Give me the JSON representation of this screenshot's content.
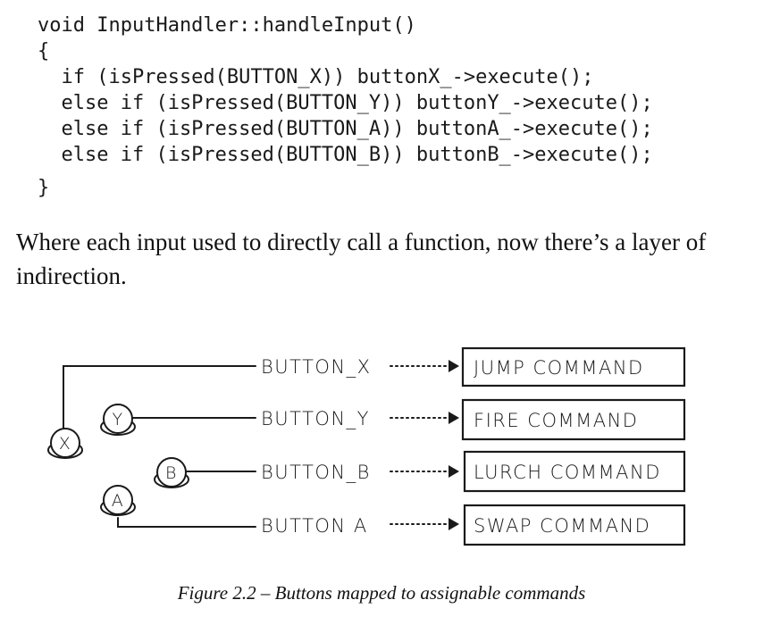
{
  "code": {
    "lines": [
      "void InputHandler::handleInput()",
      "{",
      "  if (isPressed(BUTTON_X)) buttonX_->execute();",
      "  else if (isPressed(BUTTON_Y)) buttonY_->execute();",
      "  else if (isPressed(BUTTON_A)) buttonA_->execute();",
      "  else if (isPressed(BUTTON_B)) buttonB_->execute();",
      "}"
    ]
  },
  "prose": {
    "text": "Where each input used to directly call a function, now there’s a layer of indirection."
  },
  "figure": {
    "buttons": [
      {
        "letter": "X",
        "label": "BUTTON_X",
        "command": "JUMP COMMAND"
      },
      {
        "letter": "Y",
        "label": "BUTTON_Y",
        "command": "FIRE COMMAND"
      },
      {
        "letter": "B",
        "label": "BUTTON_B",
        "command": "LURCH COMMAND"
      },
      {
        "letter": "A",
        "label": "BUTTON A",
        "command": "SWAP COMMAND"
      }
    ],
    "caption": "Figure 2.2 – Buttons mapped to assignable commands"
  }
}
